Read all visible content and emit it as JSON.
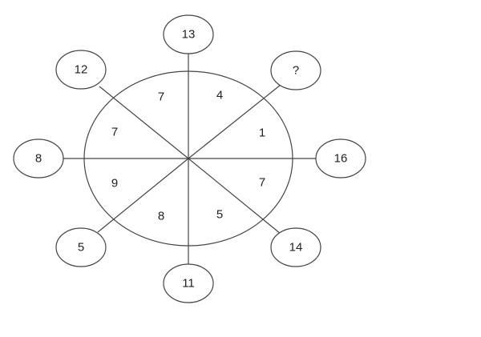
{
  "puzzle": {
    "outer_numbers": {
      "top": "13",
      "top_right": "?",
      "right": "16",
      "bottom_right": "14",
      "bottom": "11",
      "bottom_left": "5",
      "left": "8",
      "top_left": "12"
    },
    "inner_numbers": {
      "top_left_sector": "7",
      "top_right_sector": "4",
      "right_upper_sector": "1",
      "right_lower_sector": "7",
      "bottom_right_sector": "5",
      "bottom_left_sector": "8",
      "left_lower_sector": "9",
      "left_upper_sector": "7"
    }
  }
}
